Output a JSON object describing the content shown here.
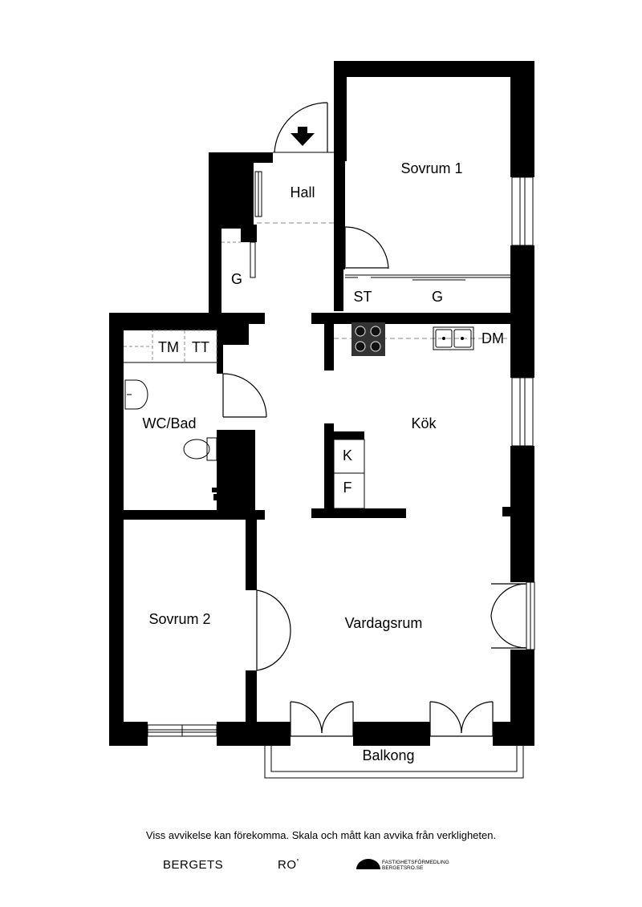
{
  "rooms": {
    "sovrum1": "Sovrum 1",
    "hall": "Hall",
    "g_hall": "G",
    "st": "ST",
    "g_sovrum1": "G",
    "tm": "TM",
    "tt": "TT",
    "dm": "DM",
    "wc_bad": "WC/Bad",
    "kok": "Kök",
    "k": "K",
    "f": "F",
    "sovrum2": "Sovrum 2",
    "vardagsrum": "Vardagsrum",
    "balkong": "Balkong"
  },
  "footer": {
    "disclaimer": "Viss avvikelse kan förekomma. Skala och mått kan avvika från verkligheten.",
    "brand_left": "BERGETS",
    "brand_right": "RO",
    "brand_mark": "°",
    "logo_line1": "FASTIGHETSFÖRMEDLING",
    "logo_line2": "BERGETSRO.SE"
  },
  "colors": {
    "wall": "#000000",
    "background": "#ffffff",
    "dashed": "#888888"
  }
}
